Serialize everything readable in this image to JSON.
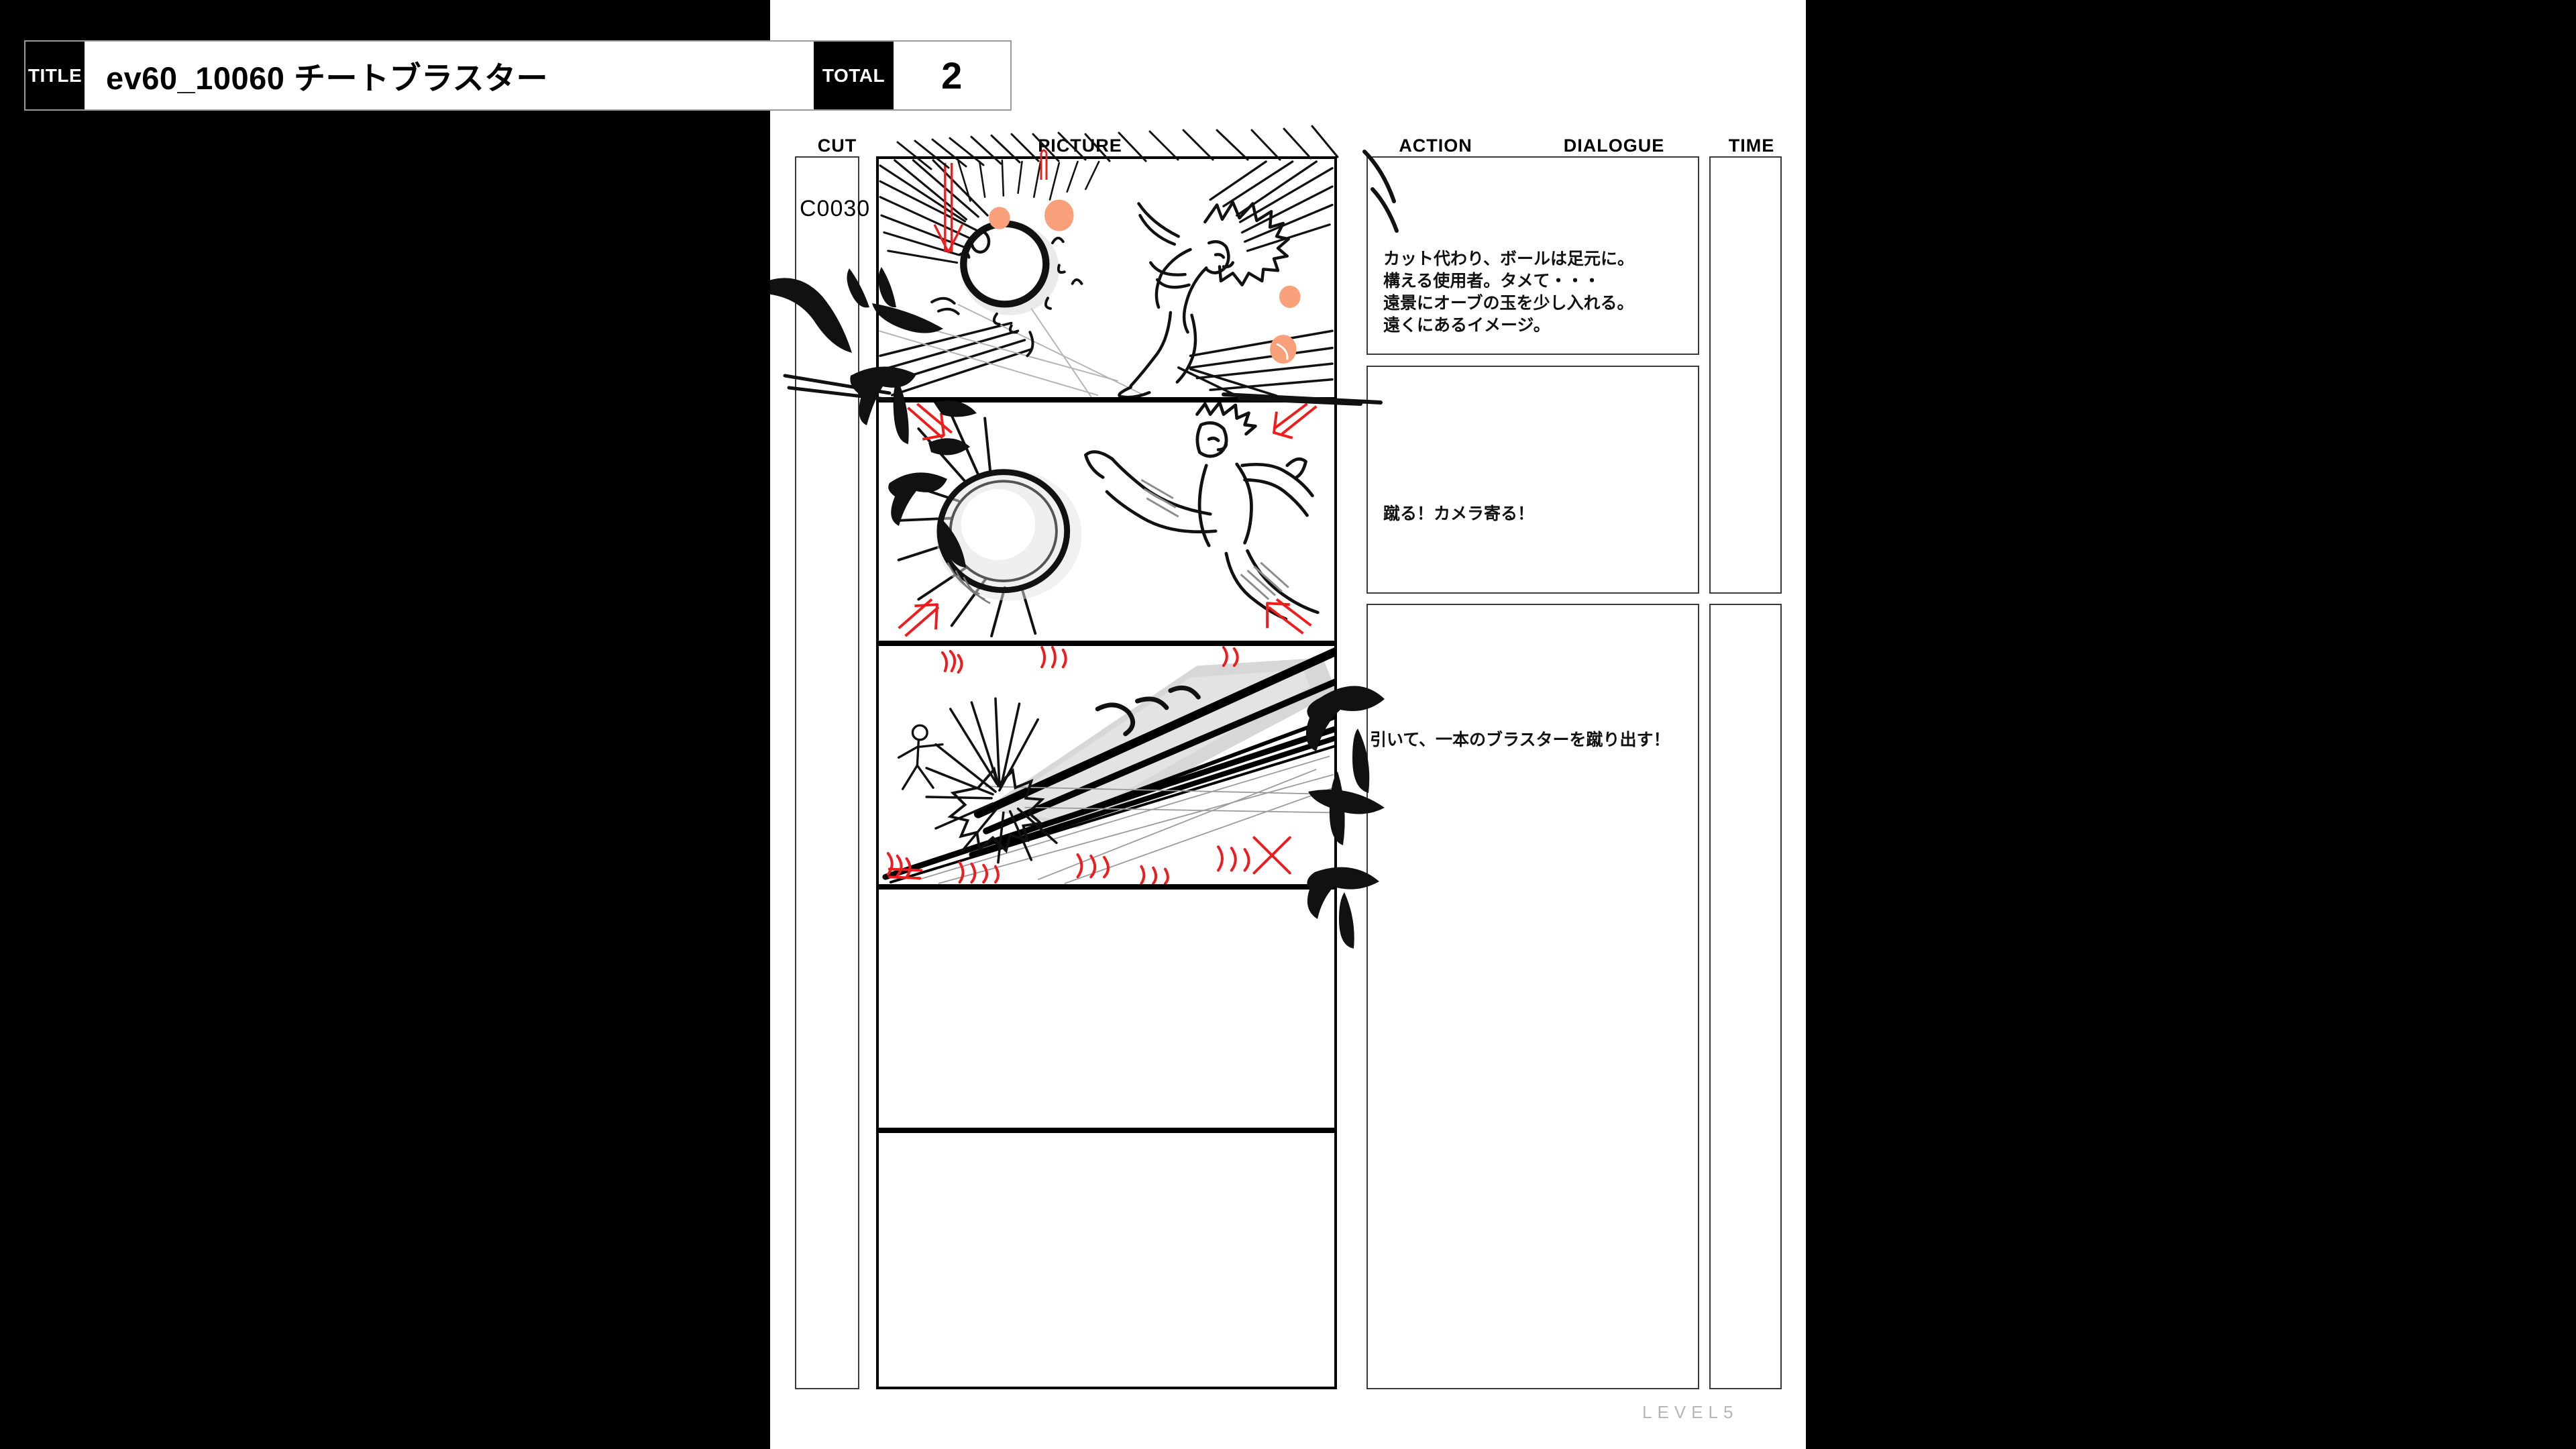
{
  "document": {
    "type": "storyboard",
    "page_background": "#ffffff",
    "letterbox_color": "#000000"
  },
  "header": {
    "title_label": "TITLE",
    "title_value": "ev60_10060 チートブラスター",
    "total_label": "TOTAL",
    "total_value": "2"
  },
  "columns": {
    "cut": "CUT",
    "picture": "PICTURE",
    "action": "ACTION",
    "dialogue": "DIALOGUE",
    "time": "TIME"
  },
  "cut": {
    "number": "C0030"
  },
  "rows": [
    {
      "panel": 1,
      "action": "カット代わり、ボールは足元に。\n構える使用者。タメて・・・\n遠景にオーブの玉を少し入れる。\n遠くにあるイメージ。",
      "dialogue": "",
      "time": ""
    },
    {
      "panel": 2,
      "action": "蹴る！カメラ寄る！",
      "dialogue": "",
      "time": ""
    },
    {
      "panel": 3,
      "action": "引いて、一本のブラスターを蹴り出す！",
      "dialogue": "",
      "time": ""
    },
    {
      "panel": 4,
      "action": "",
      "dialogue": "",
      "time": ""
    },
    {
      "panel": 5,
      "action": "",
      "dialogue": "",
      "time": ""
    }
  ],
  "footer": {
    "logo": "LEVEL5",
    "logo_color": "#b6b6b6"
  },
  "colors": {
    "ink_black": "#000000",
    "annotation_red": "#ee1c1c",
    "orb_orange": "#f7a07a",
    "grid_gray": "#3a3a3a",
    "pencil_gray": "#9a9a9a"
  }
}
